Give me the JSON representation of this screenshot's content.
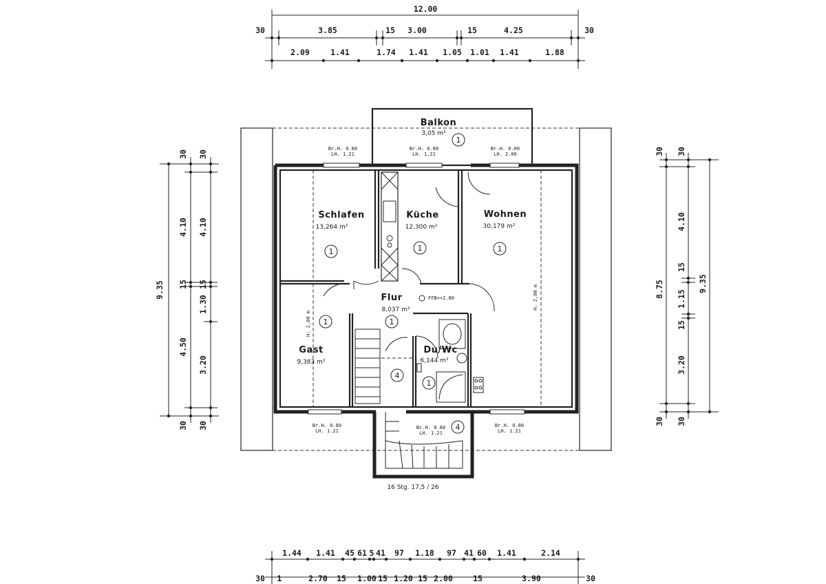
{
  "top_dims": {
    "total": "12.00",
    "row1": [
      "30",
      "3.85",
      "15",
      "3.00",
      "15",
      "4.25",
      "30"
    ],
    "row2": [
      "2.09",
      "1.41",
      "1.74",
      "1.41",
      "1.05",
      "1.01",
      "1.41",
      "1.88"
    ]
  },
  "bottom_dims": {
    "row1": [
      "1.44",
      "1.41",
      "45",
      "61",
      "5",
      "41",
      "97",
      "1.18",
      "97",
      "41",
      "60",
      "1.41",
      "2.14"
    ],
    "row2": [
      "30",
      "1",
      "2.70",
      "15",
      "1.00",
      "15",
      "1.20",
      "15",
      "2.00",
      "15",
      "3.90",
      "30"
    ]
  },
  "left_dims": {
    "total": "9.35",
    "inner": [
      "30",
      "4.10",
      "15",
      "4.50",
      "30"
    ],
    "outer": [
      "30",
      "4.10",
      "15",
      "1.30",
      "3.20",
      "30"
    ]
  },
  "right_dims": {
    "inner": [
      "30",
      "4.10",
      "15",
      "1.15",
      "15",
      "3.20",
      "30"
    ],
    "mid": "8.75",
    "outer": "9.35"
  },
  "rooms": {
    "balkon": {
      "name": "Balkon",
      "area": "3,05 m²",
      "num": "1"
    },
    "schlafen": {
      "name": "Schlafen",
      "area": "13,264 m²",
      "num": "1"
    },
    "kueche": {
      "name": "Küche",
      "area": "12,300 m²",
      "num": "1"
    },
    "wohnen": {
      "name": "Wohnen",
      "area": "30,179 m²",
      "num": "1"
    },
    "flur": {
      "name": "Flur",
      "area": "8,037 m²",
      "num": "1"
    },
    "gast": {
      "name": "Gast",
      "area": "9,383 m²",
      "num": "1"
    },
    "duwc": {
      "name": "Du/Wc",
      "area": "6,144 m²",
      "num": "1"
    },
    "stair_mid": {
      "num": "4"
    },
    "stair_bottom": {
      "num": "4"
    }
  },
  "windows": {
    "w1_br": "Br.H. 0.80",
    "w1_lh": "LH. 1.21",
    "w2_br": "Br.H. 0.80",
    "w2_lh": "LH. 1.21",
    "w3_br": "Br.H. 0.00",
    "w3_lh": "LH. 2.06",
    "w4_br": "Br.H. 0.80",
    "w4_lh": "LH. 1.21",
    "w5_br": "Br.H. 0.80",
    "w5_lh": "LH. 1.21",
    "w6_br": "Br.H. 0.80",
    "w6_lh": "LH. 1.21"
  },
  "notes": {
    "ffb": "FFB=+2.80",
    "h_gast": "H: 2,00 m",
    "h_wohnen": "H: 2,00 m",
    "stairs": "16 Stg. 17,5 / 26"
  }
}
